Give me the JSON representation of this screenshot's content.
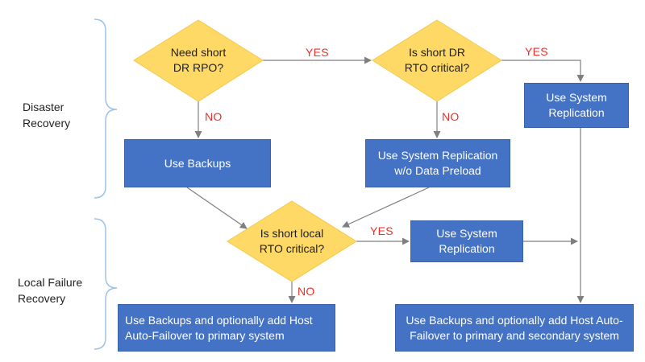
{
  "colors": {
    "diamond_fill": "#ffd966",
    "box_fill": "#4472c4",
    "box_text": "#ffffff",
    "edge_label": "#e8312a",
    "arrow": "#7f7f7f",
    "bracket": "#9dc3e6"
  },
  "groups": {
    "disaster": "Disaster\nRecovery",
    "local": "Local Failure\nRecovery"
  },
  "nodes": {
    "dr_rpo": "Need short\nDR RPO?",
    "dr_rto": "Is short DR\nRTO critical?",
    "local_rto": "Is short local\nRTO critical?",
    "backups": "Use Backups",
    "sysrep_no_preload": "Use System Replication\nw/o Data Preload",
    "sysrep_top": "Use System\nReplication",
    "sysrep_local": "Use System\nReplication",
    "backups_failover_primary": "Use Backups and optionally add Host\nAuto-Failover to primary system",
    "backups_failover_both": "Use Backups and optionally add Host Auto-\nFailover to primary  and secondary system"
  },
  "edge_labels": {
    "rpo_yes": "YES",
    "rpo_no": "NO",
    "rto_yes": "YES",
    "rto_no": "NO",
    "local_yes": "YES",
    "local_no": "NO"
  }
}
